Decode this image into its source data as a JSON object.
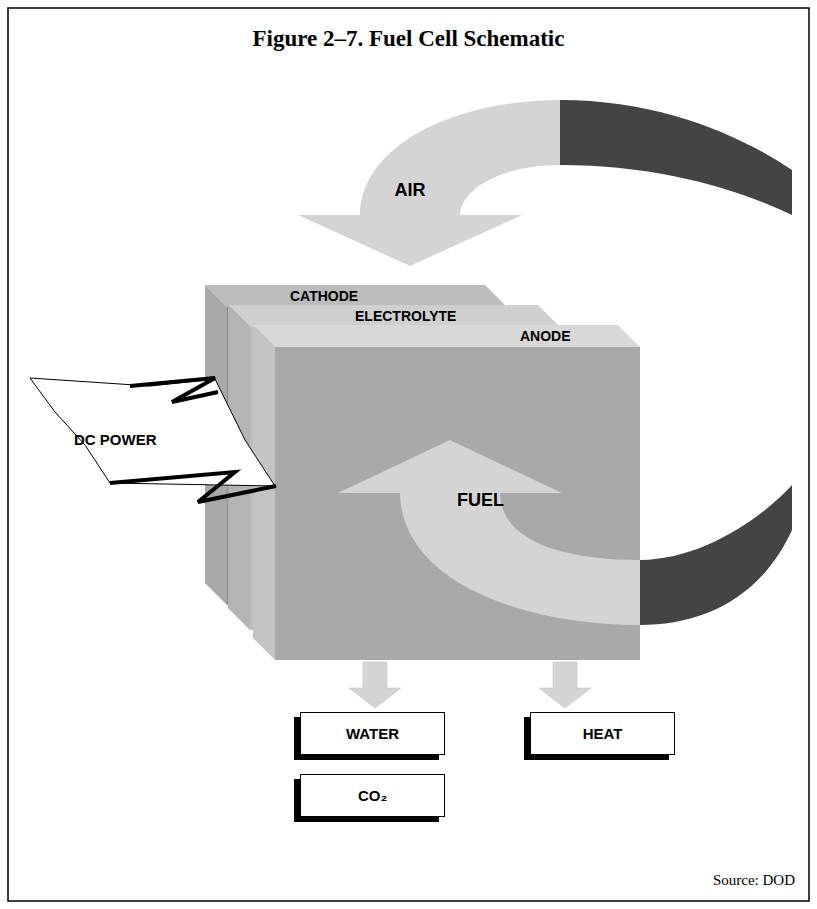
{
  "diagram": {
    "title": "Figure 2–7. Fuel Cell Schematic",
    "nodes": [
      {
        "text": [
          "CATHODE"
        ]
      },
      {
        "text": [
          "ELECTROLYTE"
        ]
      },
      {
        "text": [
          "ANODE"
        ]
      },
      {
        "text": [
          "WATER"
        ]
      },
      {
        "text": [
          "HEAT"
        ]
      },
      {
        "text": [
          "CO₂"
        ]
      }
    ],
    "edges": [
      {
        "from": 2,
        "to": 3,
        "arrow": "to"
      },
      {
        "from": 2,
        "to": 4,
        "arrow": "to"
      }
    ],
    "labels": [
      "AIR",
      "DC POWER",
      "FUEL",
      "Source: DOD"
    ]
  }
}
